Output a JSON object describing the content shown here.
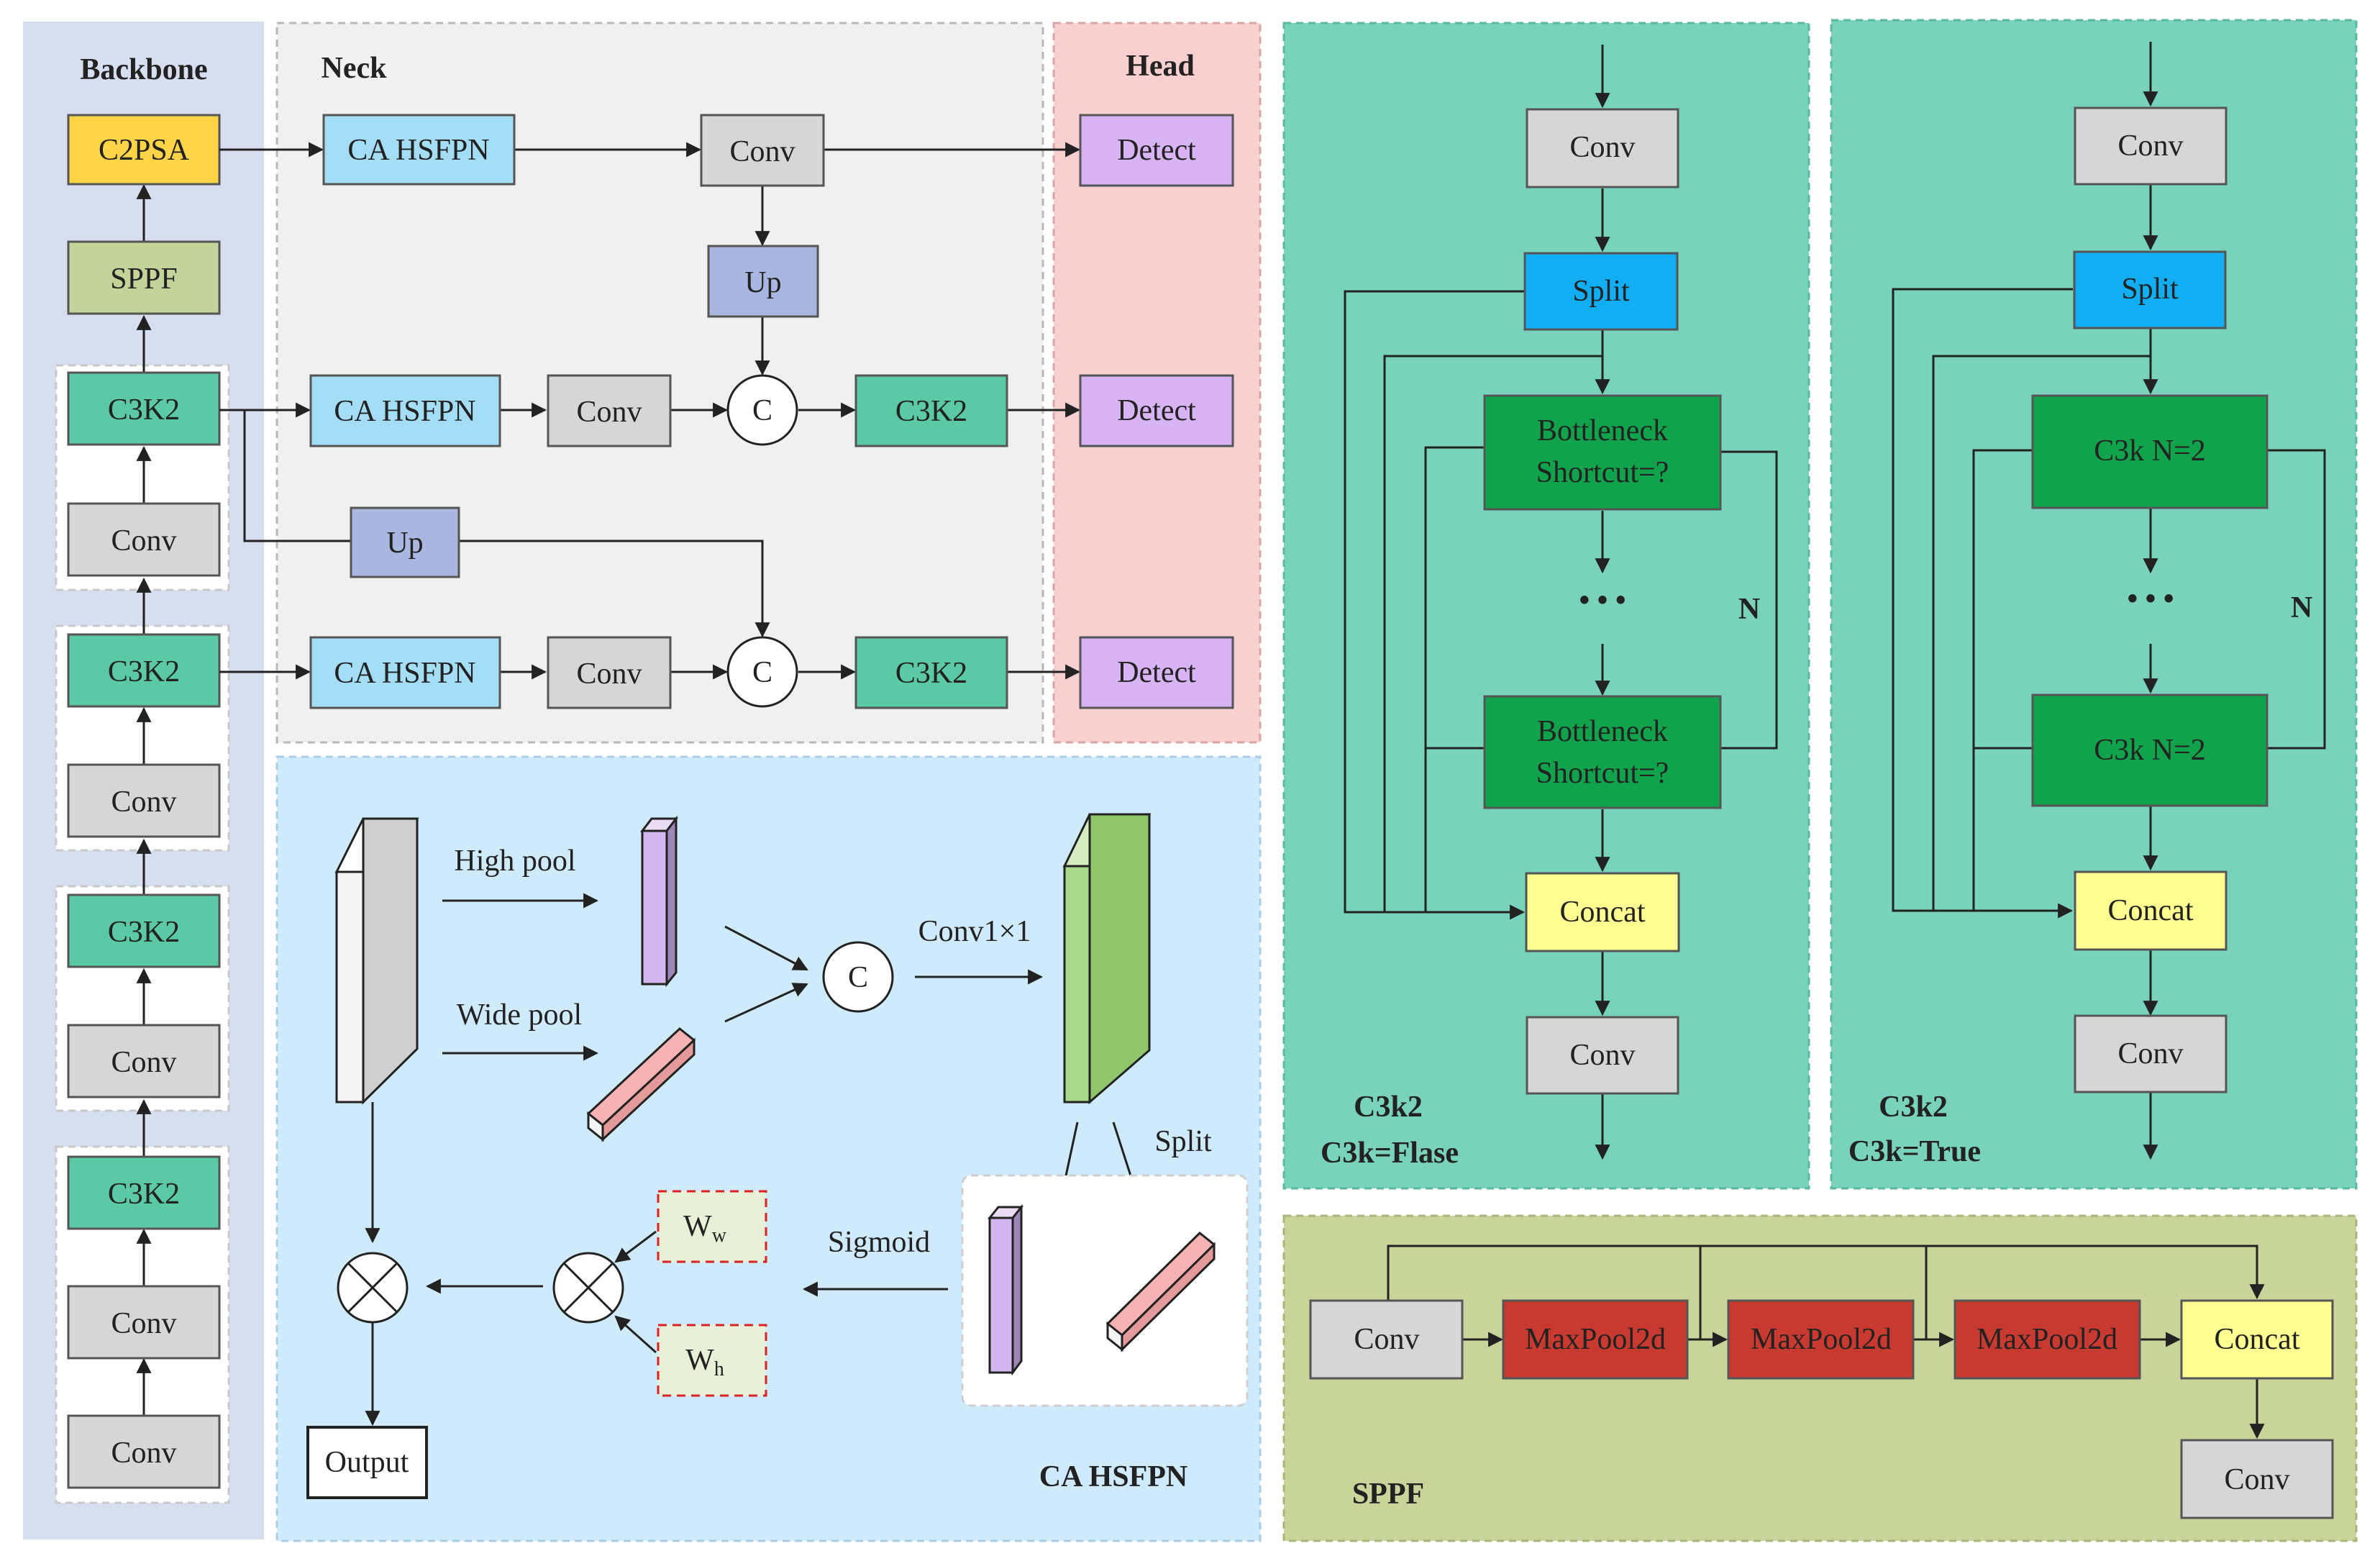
{
  "colors": {
    "backbone_bg": "#d6dff0",
    "neck_bg": "#f0f0f0",
    "head_bg": "#f8d0d0",
    "cahsfpn_bg": "#cfeafa",
    "c3k2_bg": "#78d2bc",
    "sppf_bg": "#c9d49a",
    "c2psa": "#ffd447",
    "sppf_box": "#c2d49a",
    "c3k2_box": "#5cc9a6",
    "conv": "#d6d6d6",
    "cahsfpn_box": "#a3def6",
    "up": "#a9b7e0",
    "detect": "#d8b4f4",
    "split": "#12aef3",
    "bottleneck": "#11a34b",
    "concat": "#fefe91",
    "maxpool": "#c83a2f"
  },
  "backbone": {
    "title": "Backbone",
    "c2psa": "C2PSA",
    "sppf": "SPPF",
    "c3k2": "C3K2",
    "conv": "Conv"
  },
  "neck": {
    "title": "Neck",
    "ca_hsfpn": "CA HSFPN",
    "conv": "Conv",
    "up": "Up",
    "concat_symbol": "C",
    "c3k2": "C3K2"
  },
  "head": {
    "title": "Head",
    "detect": "Detect"
  },
  "ca_hsfpn_panel": {
    "title": "CA HSFPN",
    "high_pool": "High pool",
    "wide_pool": "Wide pool",
    "concat_symbol": "C",
    "conv1x1": "Conv1×1",
    "split": "Split",
    "sigmoid": "Sigmoid",
    "ww": "W",
    "ww_sub": "w",
    "wh": "W",
    "wh_sub": "h",
    "output": "Output"
  },
  "c3k2_false": {
    "conv": "Conv",
    "split": "Split",
    "bottleneck_line1": "Bottleneck",
    "bottleneck_line2": "Shortcut=?",
    "dots": "• • •",
    "n_label": "N",
    "concat": "Concat",
    "caption_line1": "C3k2",
    "caption_line2": "C3k=Flase"
  },
  "c3k2_true": {
    "conv": "Conv",
    "split": "Split",
    "c3k_block": "C3k N=2",
    "dots": "• • •",
    "n_label": "N",
    "concat": "Concat",
    "caption_line1": "C3k2",
    "caption_line2": "C3k=True"
  },
  "sppf_panel": {
    "conv": "Conv",
    "maxpool": "MaxPool2d",
    "concat": "Concat",
    "caption": "SPPF"
  }
}
